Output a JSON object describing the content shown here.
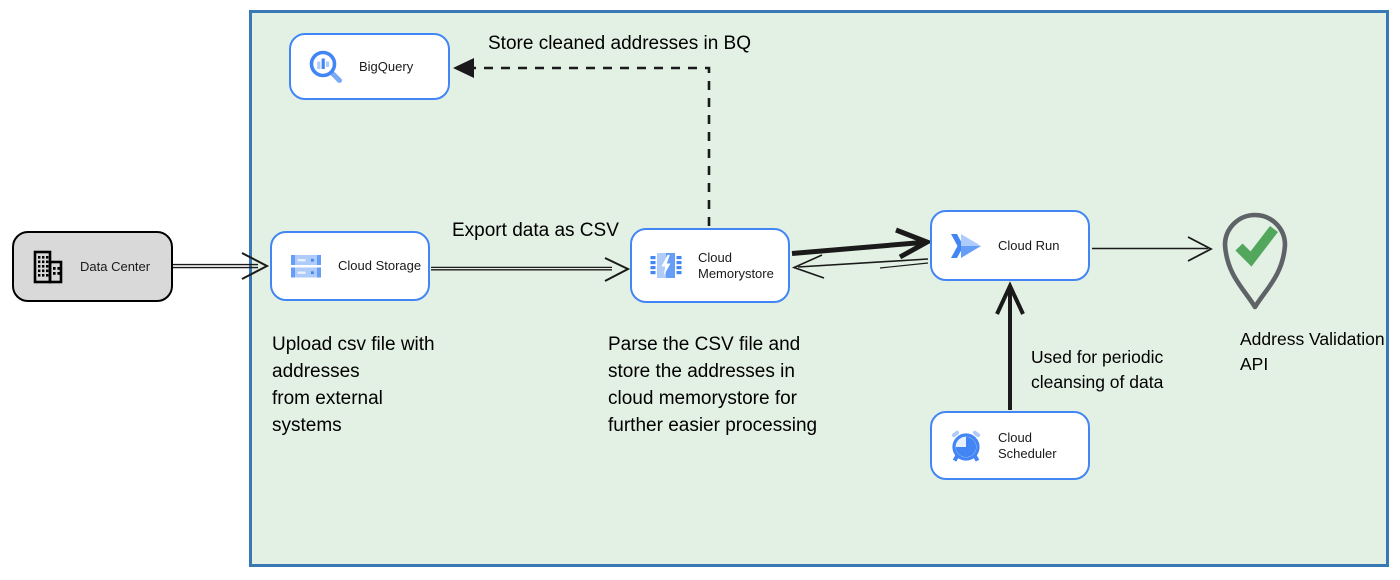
{
  "diagram": {
    "nodes": {
      "data_center": {
        "label": "Data Center"
      },
      "bigquery": {
        "label": "BigQuery"
      },
      "cloud_storage": {
        "label": "Cloud Storage"
      },
      "cloud_memorystore": {
        "label": "Cloud Memorystore"
      },
      "cloud_run": {
        "label": "Cloud Run"
      },
      "cloud_scheduler": {
        "label": "Cloud Scheduler"
      },
      "address_validation_api": {
        "label": "Address Validation\nAPI"
      }
    },
    "edge_labels": {
      "store_bq": "Store cleaned addresses in BQ",
      "export_csv": "Export data as CSV",
      "periodic": "Used for periodic\ncleansing of data"
    },
    "annotations": {
      "upload_note": "Upload csv file with\naddresses\nfrom external\nsystems",
      "parse_note": "Parse the CSV file and\nstore the addresses in\ncloud  memorystore for\nfurther easier processing"
    },
    "colors": {
      "container_fill": "#e3f0e4",
      "container_border": "#3878b4",
      "node_border": "#4285f4",
      "data_center_fill": "#d9d9d9",
      "icon_blue": "#4285f4",
      "icon_mid_blue": "#669df6",
      "icon_light_blue": "#aecbfa",
      "icon_pale_blue": "#e8f0fe",
      "pin_gray": "#5f6368",
      "check_green": "#53a75c",
      "edge_black": "#000000"
    }
  }
}
